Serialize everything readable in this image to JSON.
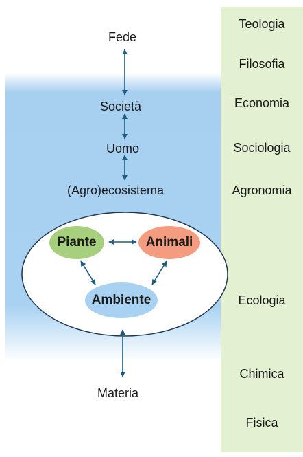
{
  "hierarchy": {
    "fede": "Fede",
    "societa": "Società",
    "uomo": "Uomo",
    "agroecosistema": "(Agro)ecosistema",
    "materia": "Materia"
  },
  "ecosystem": {
    "piante": "Piante",
    "animali": "Animali",
    "ambiente": "Ambiente"
  },
  "disciplines": [
    "Teologia",
    "Filosofia",
    "Economia",
    "Sociologia",
    "Agronomia",
    "Ecologia",
    "Chimica",
    "Fisica"
  ],
  "colors": {
    "blue_band": "#a9d2f2",
    "green_column": "#e4f0d2",
    "piante": "#a6cf7e",
    "animali": "#f39c80",
    "ambiente": "#a9d2f2",
    "arrows": "#1f5a80"
  }
}
